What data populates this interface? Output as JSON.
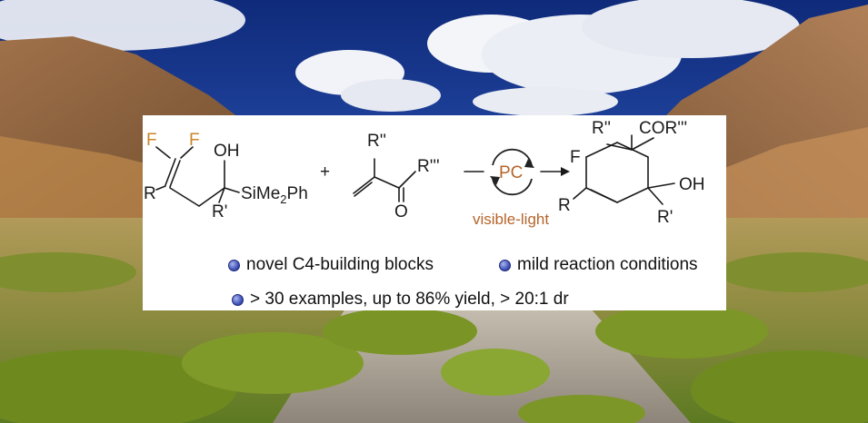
{
  "reaction": {
    "reactant1": {
      "f1": "F",
      "f2": "F",
      "oh": "OH",
      "r": "R",
      "rprime": "R'",
      "silyl": "SiMe",
      "silyl_sub": "2",
      "silyl_tail": "Ph"
    },
    "plus": "+",
    "reactant2": {
      "r_double_prime": "R''",
      "r_triple_prime": "R'''",
      "o": "O"
    },
    "catalyst": "PC",
    "condition": "visible-light",
    "product": {
      "r_double_prime": "R''",
      "cor": "COR'''",
      "f": "F",
      "oh": "OH",
      "r": "R",
      "rprime": "R'"
    }
  },
  "highlights": [
    "novel C4-building blocks",
    "mild reaction conditions",
    "> 30 examples, up to 86% yield, > 20:1 dr"
  ]
}
